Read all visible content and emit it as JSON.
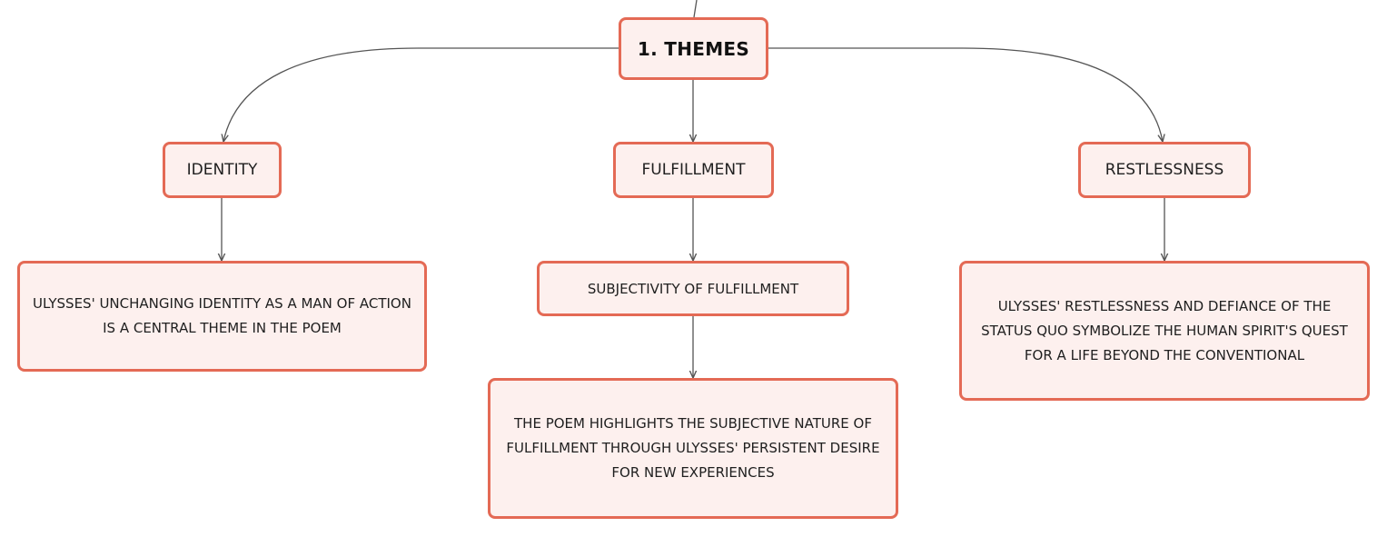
{
  "mindmap": {
    "root": {
      "label": "1. THEMES"
    },
    "branches": {
      "identity": {
        "label": "IDENTITY",
        "detail": "ULYSSES' UNCHANGING IDENTITY AS A MAN OF ACTION IS A CENTRAL THEME IN THE POEM"
      },
      "fulfillment": {
        "label": "FULFILLMENT",
        "sub_label": "SUBJECTIVITY OF FULFILLMENT",
        "detail": "THE POEM HIGHLIGHTS THE SUBJECTIVE NATURE OF FULFILLMENT THROUGH ULYSSES' PERSISTENT DESIRE FOR NEW EXPERIENCES"
      },
      "restlessness": {
        "label": "RESTLESSNESS",
        "detail": "ULYSSES' RESTLESSNESS AND DEFIANCE OF THE STATUS QUO SYMBOLIZE THE HUMAN SPIRIT'S QUEST FOR A LIFE BEYOND THE CONVENTIONAL"
      }
    }
  },
  "colors": {
    "node_border": "#e46a55",
    "node_fill": "#fdf0ee",
    "connector": "#555555"
  }
}
